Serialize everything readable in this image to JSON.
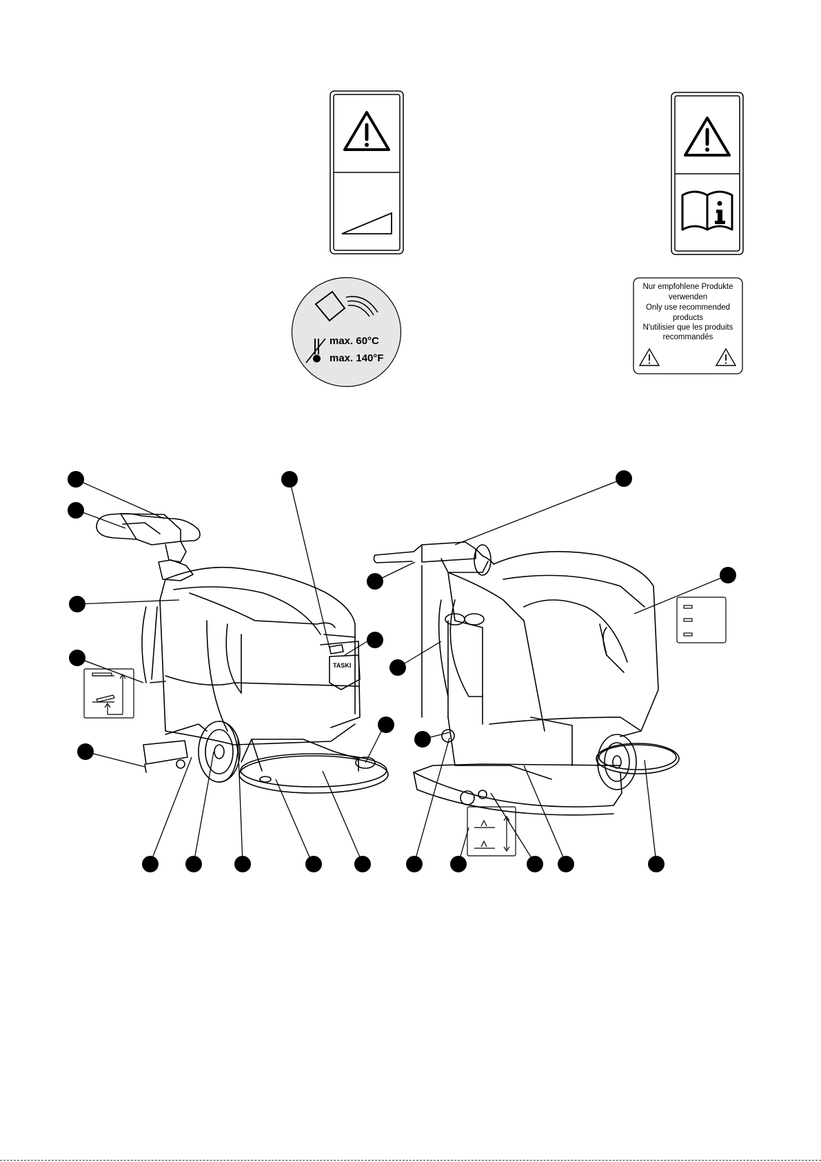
{
  "temperature_label": {
    "celsius": "max. 60°C",
    "fahrenheit": "max. 140°F"
  },
  "products_label": {
    "line1": "Nur empfohlene Produkte",
    "line2": "verwenden",
    "line3": "Only use recommended",
    "line4": "products",
    "line5": "N'utilisier que les produits",
    "line6": "recommandés"
  },
  "machine_left": {
    "brand": "TASKI"
  },
  "icons": {
    "warning_sticker_slope": [
      "warning-triangle-icon",
      "slope-icon"
    ],
    "warning_sticker_manual": [
      "warning-triangle-icon",
      "manual-info-icon"
    ],
    "temperature_label": [
      "pouring-container-icon",
      "thermometer-icon"
    ],
    "products_label": [
      "warning-triangle-icon",
      "warning-triangle-icon"
    ]
  },
  "colors": {
    "line": "#000000",
    "label_fill": "#e6e6e6"
  }
}
